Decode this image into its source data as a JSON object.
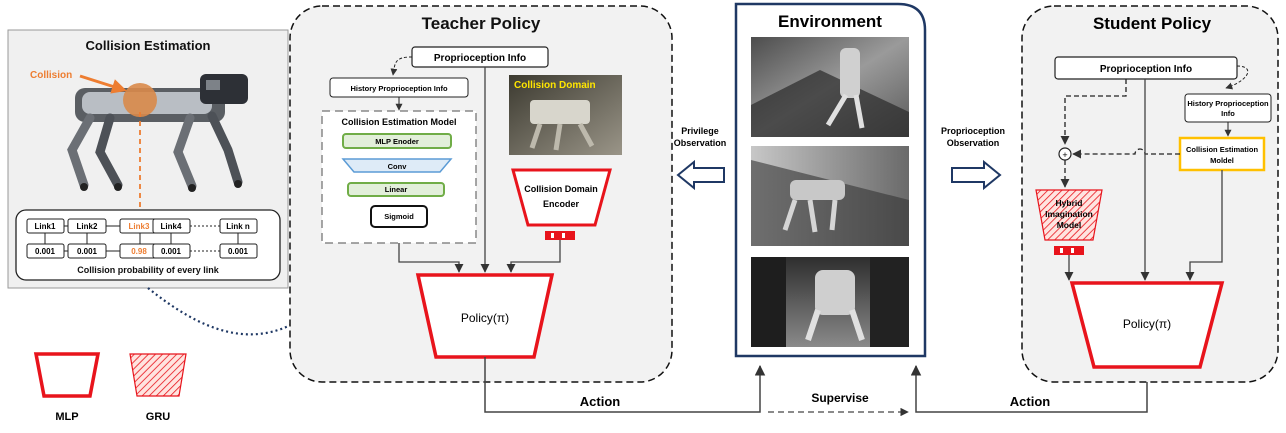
{
  "collision_panel": {
    "title": "Collision Estimation",
    "callout": "Collision",
    "links": [
      "Link1",
      "Link2",
      "Link3",
      "Link4",
      "Link n"
    ],
    "probs": [
      "0.001",
      "0.001",
      "0.98",
      "0.001",
      "0.001"
    ],
    "caption": "Collision probability of every link"
  },
  "legend": {
    "mlp": "MLP",
    "gru": "GRU"
  },
  "teacher": {
    "title": "Teacher Policy",
    "proprio": "Proprioception Info",
    "history": "History Proprioception Info",
    "cem_title": "Collision Estimation Model",
    "layers": [
      "MLP Enoder",
      "Conv",
      "Linear",
      "Sigmoid"
    ],
    "domain_label": "Collision Domain",
    "encoder": [
      "Collision Domain",
      "Encoder"
    ],
    "policy": "Policy(π)"
  },
  "environment": {
    "title": "Environment"
  },
  "arrows": {
    "privilege": [
      "Privilege",
      "Observation"
    ],
    "proprio_obs": [
      "Proprioception",
      "Observation"
    ],
    "action_left": "Action",
    "action_right": "Action",
    "supervise": "Supervise"
  },
  "student": {
    "title": "Student Policy",
    "proprio": "Proprioception Info",
    "history": [
      "History Proprioception",
      "Info"
    ],
    "cem": [
      "Collision  Estimation",
      "Moldel"
    ],
    "plus": "+",
    "him": [
      "Hybrid",
      "Imagination",
      "Model"
    ],
    "policy": "Policy(π)"
  },
  "colors": {
    "red": "#e8141c",
    "orange": "#ed7d31",
    "green": "#70ad47",
    "blue": "#5b9bd5",
    "yellow": "#ffc000",
    "navy": "#1f3864",
    "panel_gray": "#f2f2f2"
  }
}
